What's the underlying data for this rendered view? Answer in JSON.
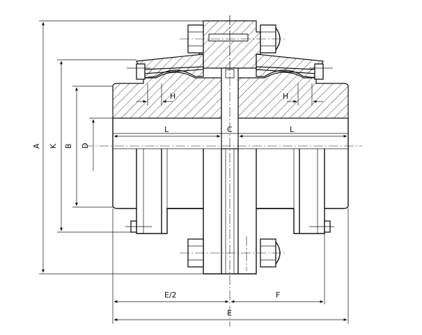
{
  "drawing": {
    "dimension_labels": {
      "A": "A",
      "K": "K",
      "B": "B",
      "D": "D",
      "H_left": "H",
      "H_right": "H",
      "L_left": "L",
      "L_right": "L",
      "C": "C",
      "E_half": "E/2",
      "F": "F",
      "E": "E"
    }
  }
}
